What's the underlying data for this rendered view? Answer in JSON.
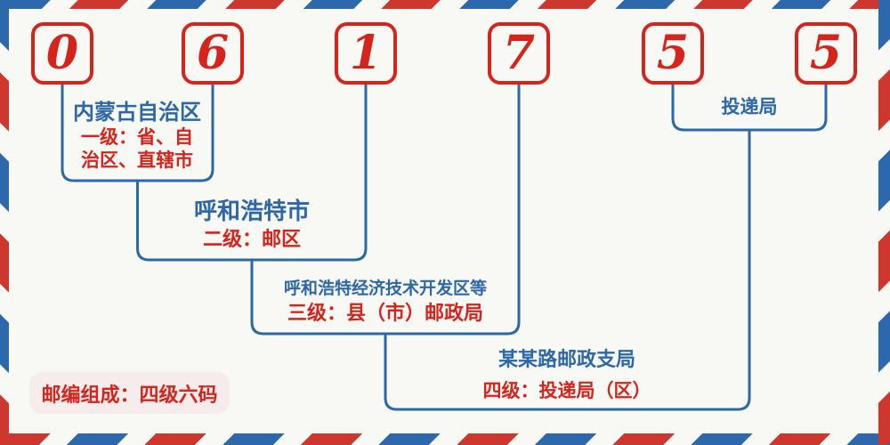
{
  "postal_code": {
    "digits": [
      "0",
      "6",
      "1",
      "7",
      "5",
      "5"
    ]
  },
  "groups": {
    "level1": {
      "region": "内蒙古自治区",
      "desc_line1": "一级：省、自",
      "desc_line2": "治区、直辖市"
    },
    "level2": {
      "region": "呼和浩特市",
      "desc_line1": "二级：邮区"
    },
    "level3": {
      "region": "呼和浩特经济技术开发区等",
      "desc_line1": "三级：县（市）邮政局"
    },
    "level4": {
      "region": "某某路邮政支局",
      "desc_line1": "四级：投递局（区）"
    },
    "delivery": {
      "label": "投递局"
    }
  },
  "badge": {
    "label": "邮编组成：四级六码"
  },
  "colors": {
    "blue": "#2c67a6",
    "red": "#d4241c",
    "stripe_red": "#cd372e",
    "stripe_blue": "#2e68ac",
    "badge_bg": "#f6eceb",
    "background": "#f8f8f4"
  }
}
